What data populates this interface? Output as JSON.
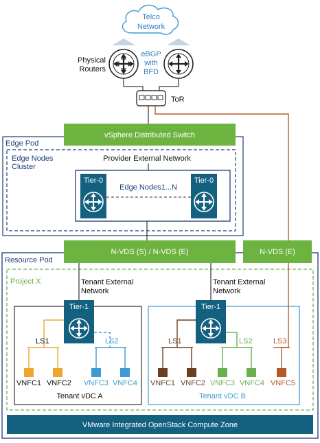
{
  "cloud": {
    "label_line1": "Telco",
    "label_line2": "Network"
  },
  "physical_routers": {
    "line1": "Physical",
    "line2": "Routers"
  },
  "bgp": {
    "line1": "eBGP",
    "line2": "with",
    "line3": "BFD"
  },
  "tor": {
    "label": "ToR"
  },
  "vds": {
    "label": "vSphere Distributed Switch"
  },
  "edge_pod": {
    "title": "Edge Pod",
    "cluster_line1": "Edge Nodes",
    "cluster_line2": "Cluster",
    "provider_network": "Provider External Network",
    "tier0_label": "Tier-0",
    "edge_nodes_label": "Edge Nodes1...N"
  },
  "nvds_main": {
    "label": "N-VDS (S) / N-VDS (E)"
  },
  "nvds_e": {
    "label": "N-VDS (E)"
  },
  "resource_pod": {
    "title": "Resource Pod"
  },
  "project": {
    "title": "Project X"
  },
  "tenant_a": {
    "ext_line1": "Tenant External",
    "ext_line2": "Network",
    "tier1": "Tier-1",
    "ls1": "LS1",
    "ls2": "LS2",
    "vnfcs": [
      "VNFC1",
      "VNFC2",
      "VNFC3",
      "VNFC4"
    ],
    "title": "Tenant vDC A"
  },
  "tenant_b": {
    "ext_line1": "Tenant External",
    "ext_line2": "Network",
    "tier1": "Tier-1",
    "ls1": "LS1",
    "ls2": "LS2",
    "ls3": "LS3",
    "vnfcs": [
      "VNFC1",
      "VNFC2",
      "VNFC3",
      "VNFC4",
      "VNFC5"
    ],
    "title": "Tenant vDC B"
  },
  "compute_zone": {
    "label": "VMware Integrated OpenStack Compute Zone"
  },
  "colors": {
    "green": "#6db33f",
    "navy": "#1d3c78",
    "teal_dark": "#14607f",
    "cyan": "#3e9ad1",
    "orange": "#f0a531",
    "brown": "#6b3f22",
    "rust": "#b55a24",
    "light_green": "#6ab04c",
    "cloud_text": "#2c7fc1"
  }
}
